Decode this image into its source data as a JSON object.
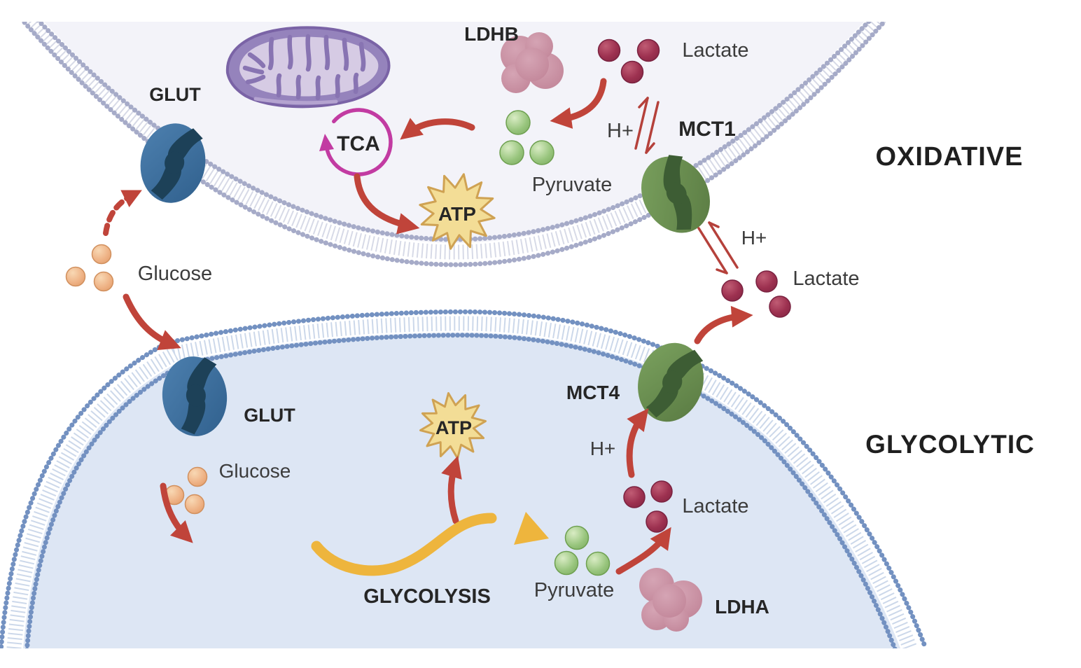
{
  "figure": {
    "regions": {
      "oxidative_title": "OXIDATIVE",
      "glycolytic_title": "GLYCOLYTIC"
    },
    "oxidative_cell": {
      "glut": "GLUT",
      "glucose": "Glucose",
      "tca": "TCA",
      "atp": "ATP",
      "ldhb": "LDHB",
      "pyruvate": "Pyruvate",
      "lactate": "Lactate",
      "h_plus": "H+",
      "mct1": "MCT1"
    },
    "extracellular": {
      "h_plus": "H+",
      "lactate": "Lactate"
    },
    "glycolytic_cell": {
      "glut": "GLUT",
      "glucose": "Glucose",
      "glycolysis": "GLYCOLYSIS",
      "atp": "ATP",
      "pyruvate": "Pyruvate",
      "lactate": "Lactate",
      "ldha": "LDHA",
      "h_plus": "H+",
      "mct4": "MCT4"
    },
    "colors": {
      "background": "#ffffff",
      "oxidative_cell_fill": "#f3f3f9",
      "glycolytic_cell_fill": "#dde6f4",
      "oxidative_membrane_dots": "#a6abc8",
      "glycolytic_membrane_dots": "#7391c1",
      "glut_channel": "#1d4158",
      "mct_channel": "#3d5d34",
      "glucose_sphere": "#eaa96f",
      "pyruvate_sphere": "#8cbd6e",
      "lactate_sphere": "#93284a",
      "ldh_enzyme": "#c78da0",
      "mitochondrion_outer": "#9583bc",
      "mitochondrion_inner": "#d6cbe4",
      "tca_ring": "#c23ba2",
      "atp_star_fill": "#f3dd96",
      "atp_star_stroke": "#cfa253",
      "arrow_red": "#c0443a",
      "glycolysis_arrow": "#eeb53d",
      "text_dark": "#262626"
    }
  }
}
